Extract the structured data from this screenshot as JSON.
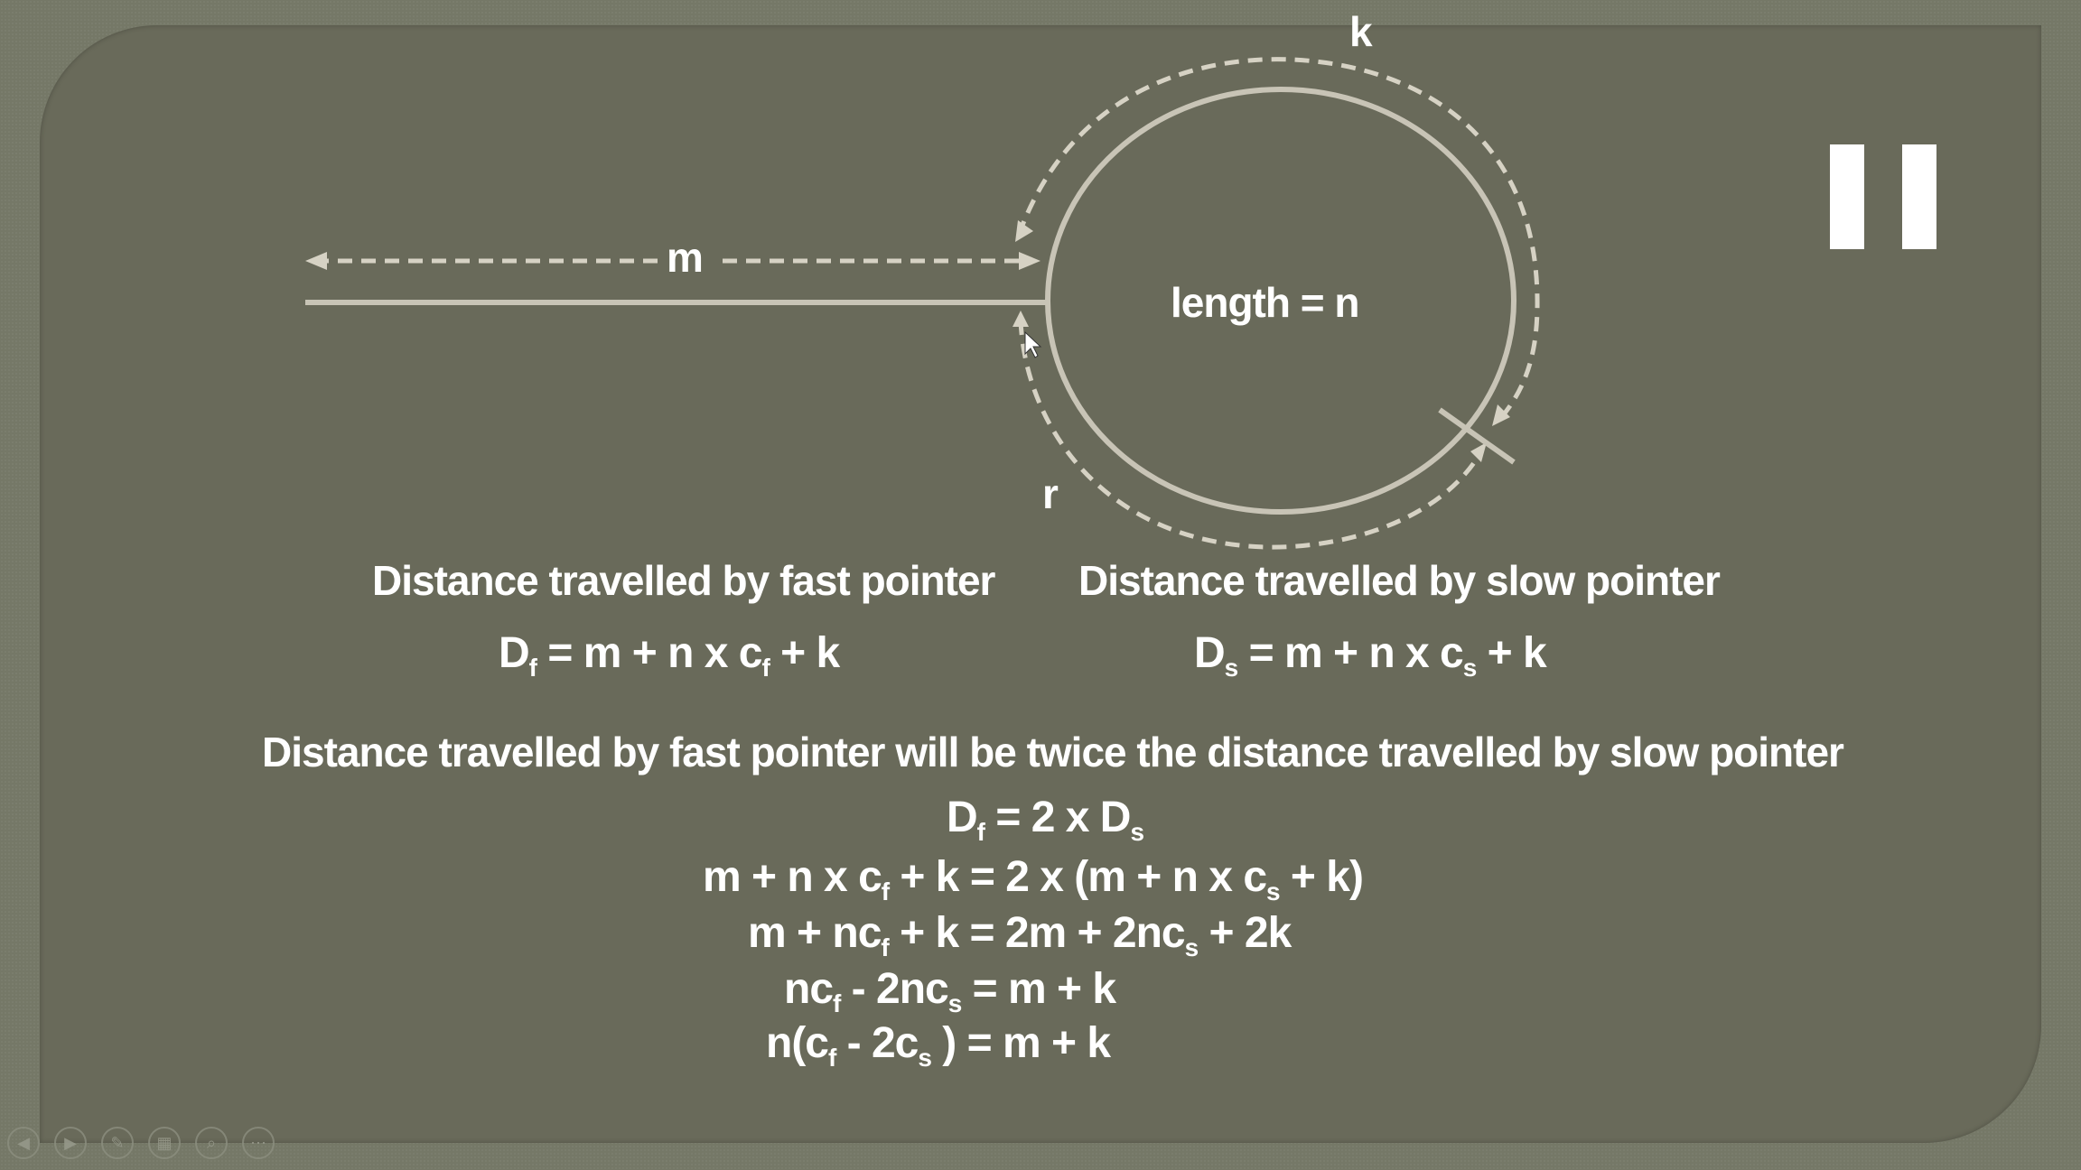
{
  "diagram": {
    "label_m": "m",
    "label_k": "k",
    "label_r": "r",
    "label_length": "length = n"
  },
  "headers": {
    "fast": "Distance travelled by fast pointer",
    "slow": "Distance travelled by slow pointer",
    "relation": "Distance travelled by fast pointer will be twice the distance travelled by slow pointer"
  },
  "equations": {
    "df_lhs": "D",
    "df_sub": "f",
    "df_rhs": " = m + n x c",
    "df_rhs_sub": "f",
    "df_tail": " + k",
    "ds_lhs": "D",
    "ds_sub": "s",
    "ds_rhs": " = m + n x c",
    "ds_rhs_sub": "s",
    "ds_tail": " + k",
    "e1_a": "D",
    "e1_a_sub": "f",
    "e1_b": " = 2 x D",
    "e1_b_sub": "s",
    "e2_a": "m + n x c",
    "e2_a_sub": "f",
    "e2_b": " + k = 2 x (m + n x c",
    "e2_b_sub": "s",
    "e2_c": " + k)",
    "e3_a": "m + nc",
    "e3_a_sub": "f",
    "e3_b": " + k = 2m + 2nc",
    "e3_b_sub": "s",
    "e3_c": " + 2k",
    "e4_a": "nc",
    "e4_a_sub": "f",
    "e4_b": " - 2nc",
    "e4_b_sub": "s",
    "e4_c": " = m + k",
    "e5_a": "n(c",
    "e5_a_sub": "f",
    "e5_b": " - 2c",
    "e5_b_sub": "s",
    "e5_c": " ) = m + k"
  },
  "colors": {
    "slide_bg": "#696a5a",
    "line": "#d6d2c4",
    "text": "#ffffff"
  },
  "icons": {
    "pause": "pause-icon",
    "toolbar": [
      "prev-icon",
      "next-icon",
      "pen-icon",
      "slides-icon",
      "zoom-icon",
      "more-icon"
    ]
  },
  "toolbar": {
    "prev": "◀",
    "next": "▶",
    "pen": "✎",
    "slides": "▦",
    "zoom": "⌕",
    "more": "⋯"
  }
}
